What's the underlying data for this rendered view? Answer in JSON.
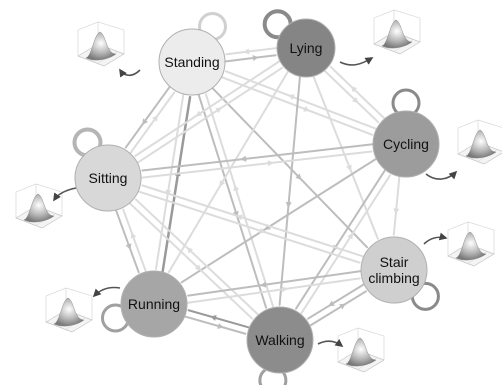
{
  "diagram": {
    "states": [
      {
        "id": "standing",
        "label": "Standing",
        "fill": "#ececec"
      },
      {
        "id": "lying",
        "label": "Lying",
        "fill": "#858585"
      },
      {
        "id": "cycling",
        "label": "Cycling",
        "fill": "#9c9c9c"
      },
      {
        "id": "sitting",
        "label": "Sitting",
        "fill": "#d8d8d8"
      },
      {
        "id": "stair",
        "label": "Stair climbing",
        "label_lines": [
          "Stair",
          "climbing"
        ],
        "fill": "#cfcfcf"
      },
      {
        "id": "running",
        "label": "Running",
        "fill": "#a6a6a6"
      },
      {
        "id": "walking",
        "label": "Walking",
        "fill": "#8c8c8c"
      }
    ],
    "colors": {
      "edge_light": "#dcdcdc",
      "edge_mid": "#bdbdbd",
      "edge_dark": "#9a9a9a",
      "arrow_bubble": "#555555",
      "node_stroke": "#b0b0b0",
      "text": "#111111"
    }
  }
}
